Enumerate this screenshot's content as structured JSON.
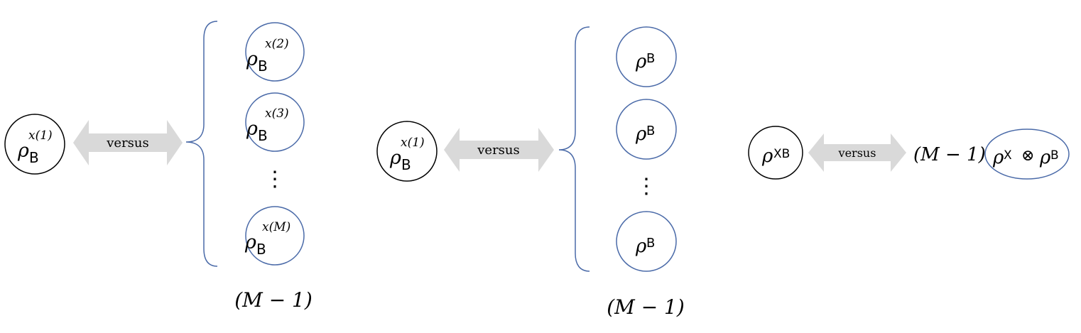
{
  "colors": {
    "black_circle": "#000000",
    "blue_circle": "#4a6aa8",
    "brace": "#4a6aa8",
    "arrow_fill": "#d9d9d9",
    "text": "#000000"
  },
  "panels": [
    {
      "left_state": {
        "base": "ρ",
        "sub": "B",
        "sup": "x(1)"
      },
      "arrow_label": "versus",
      "right_states": [
        {
          "base": "ρ",
          "sub": "B",
          "sup": "x(2)"
        },
        {
          "base": "ρ",
          "sub": "B",
          "sup": "x(3)"
        },
        {
          "base": "ρ",
          "sub": "B",
          "sup": "x(M)"
        }
      ],
      "ellipsis": "⋮",
      "count_label": "(M − 1)"
    },
    {
      "left_state": {
        "base": "ρ",
        "sub": "B",
        "sup": "x(1)"
      },
      "arrow_label": "versus",
      "right_states": [
        {
          "base": "ρ",
          "sub": "B"
        },
        {
          "base": "ρ",
          "sub": "B"
        },
        {
          "base": "ρ",
          "sub": "B"
        }
      ],
      "ellipsis": "⋮",
      "count_label": "(M − 1)"
    },
    {
      "left_state": {
        "base": "ρ",
        "sub": "XB"
      },
      "arrow_label": "versus",
      "multiplier": "(M − 1)",
      "product_state": {
        "base1": "ρ",
        "sub1": "X",
        "op": "⊗",
        "base2": "ρ",
        "sub2": "B"
      }
    }
  ]
}
